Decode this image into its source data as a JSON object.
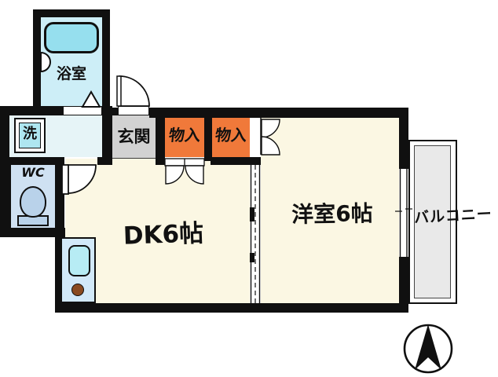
{
  "plan": {
    "type": "floorplan-1dk",
    "rooms": {
      "bath": {
        "label": "浴室"
      },
      "laundry": {
        "label": "洗"
      },
      "toilet": {
        "label": "WC"
      },
      "entrance": {
        "label": "玄関"
      },
      "closet1": {
        "label": "物入"
      },
      "closet2": {
        "label": "物入"
      },
      "dining_kitchen": {
        "label": "DK6帖"
      },
      "western_room": {
        "label": "洋室6帖"
      },
      "balcony": {
        "label": "バルコニー"
      }
    },
    "icons": {
      "compass": "north-arrow-compass",
      "bathtub": "bathtub",
      "toilet_bowl": "toilet",
      "kitchen_sink": "sink-and-burner"
    },
    "colors": {
      "wall": "#101010",
      "room_cream": "#fbf7e3",
      "bath_cyan": "#cdeef7",
      "tub_cyan": "#96dfee",
      "washroom_cyan": "#e6f4f7",
      "laundry_box_cyan": "#aee6f0",
      "wc_blue": "#cfe1f2",
      "toilet_blue": "#b9d2ea",
      "entrance_gray": "#d2d2d2",
      "closet_orange": "#f0793a",
      "kitchen_blue": "#d2e9f9",
      "sink_cyan": "#b7ecf4",
      "burner_brown": "#8a4a20",
      "balcony_gray": "#e9e9e9"
    }
  }
}
